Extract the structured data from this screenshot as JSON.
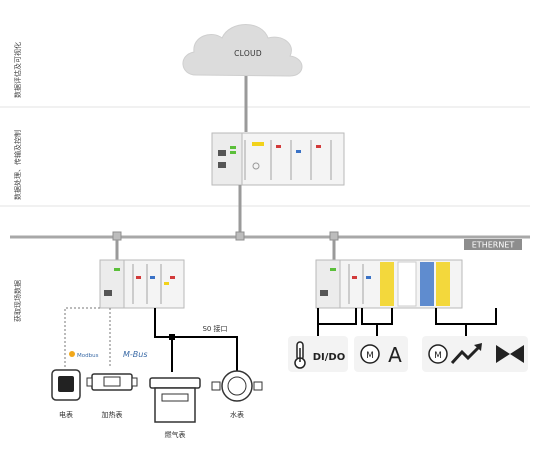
{
  "cloud": {
    "label": "CLOUD"
  },
  "levels": {
    "top": "数据评估及可视化",
    "middle": "数据处理、传输及控制",
    "bottom": "获取现场数据"
  },
  "network": {
    "label": "ETHERNET"
  },
  "bus": {
    "s0_label": "S0 接口"
  },
  "devices": {
    "electric": "电表",
    "heat": "加热表",
    "gas": "燃气表",
    "water": "水表"
  },
  "protocols": {
    "modbus": "Modbus",
    "mbus": "M-Bus"
  },
  "io": {
    "digital": "DI/DO",
    "analog": "A"
  },
  "colors": {
    "line": "#9a9a9a",
    "bus": "#000000",
    "cloud": "#dcdcdc",
    "accent_yellow": "#f2d21b",
    "accent_blue": "#3a72c6",
    "accent_red": "#d23a3a",
    "led_green": "#5bbf3a"
  }
}
